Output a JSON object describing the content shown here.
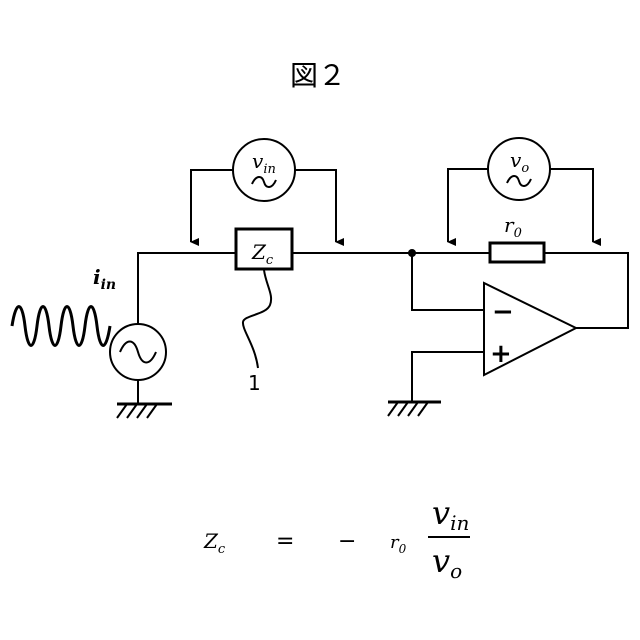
{
  "figure": {
    "title": "図２",
    "labels": {
      "current": "i",
      "current_sub": "in",
      "voltmeter_in": "v",
      "voltmeter_in_sub": "in",
      "voltmeter_out": "v",
      "voltmeter_out_sub": "o",
      "impedance": "Z",
      "impedance_sub": "c",
      "resistor": "r",
      "resistor_sub": "0",
      "cable_ref": "1",
      "opamp_minus": "−",
      "opamp_plus": "+"
    },
    "equation": {
      "lhs": "Z",
      "lhs_sub": "c",
      "equals": "=",
      "minus": "−",
      "coef": "r",
      "coef_sub": "0",
      "numerator": "v",
      "numerator_sub": "in",
      "denominator": "v",
      "denominator_sub": "o"
    }
  }
}
